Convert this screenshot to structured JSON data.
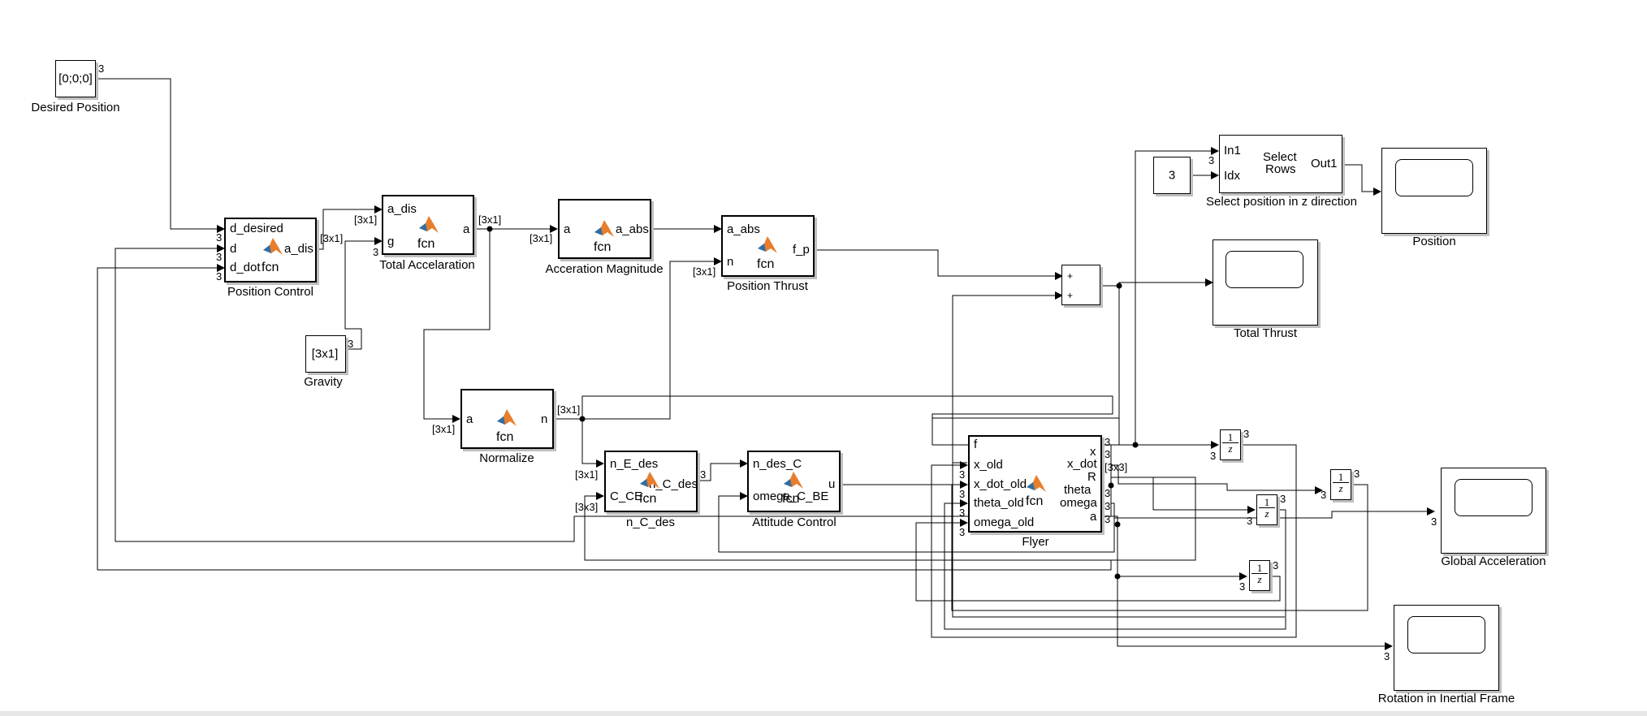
{
  "blocks": {
    "desired_position": {
      "value": "[0;0;0]",
      "name": "Desired Position",
      "out_dim": "3"
    },
    "position_control": {
      "name": "Position Control",
      "inputs": [
        "d_desired",
        "d",
        "d_dot"
      ],
      "output": "a_dis",
      "fcn": "fcn",
      "in_dims": [
        "3",
        "3",
        "3"
      ]
    },
    "gravity": {
      "value": "[3x1]",
      "name": "Gravity",
      "out_dim": "3"
    },
    "total_accel": {
      "name": "Total Accelaration",
      "inputs": [
        "a_dis",
        "g"
      ],
      "output": "a",
      "fcn": "fcn",
      "in_dims": [
        "[3x1]",
        "3"
      ]
    },
    "accel_magnitude": {
      "name": "Acceration Magnitude",
      "input": "a",
      "output": "a_abs",
      "fcn": "fcn",
      "in_dim": "[3x1]"
    },
    "position_thrust": {
      "name": "Position Thrust",
      "inputs": [
        "a_abs",
        "n"
      ],
      "output": "f_p",
      "fcn": "fcn",
      "in_dim_n": "[3x1]"
    },
    "normalize": {
      "name": "Normalize",
      "input": "a",
      "output": "n",
      "fcn": "fcn",
      "in_dim": "[3x1]",
      "out_dim": "[3x1]"
    },
    "n_c_des": {
      "name": "n_C_des",
      "inputs": [
        "n_E_des",
        "C_CE"
      ],
      "output": "n_C_des",
      "fcn": "fcn",
      "in_dims": [
        "[3x1]",
        "[3x3]"
      ],
      "out_dim": "3"
    },
    "attitude_control": {
      "name": "Attitude Control",
      "inputs": [
        "n_des_C",
        "omega_C_BE"
      ],
      "output": "u",
      "fcn": "fcn"
    },
    "sum": {
      "signs": [
        "+",
        "+"
      ]
    },
    "flyer": {
      "name": "Flyer",
      "inputs": [
        "f",
        "x_old",
        "x_dot_old",
        "theta_old",
        "omega_old"
      ],
      "outputs": [
        "x",
        "x_dot",
        "R",
        "theta",
        "omega",
        "a"
      ],
      "fcn": "fcn",
      "in_dims": [
        "3",
        "3",
        "3",
        "3"
      ],
      "out_dims": [
        "3",
        "3",
        "[3x3]",
        "3",
        "3",
        "3"
      ]
    },
    "select_rows": {
      "inputs": [
        "In1",
        "Idx"
      ],
      "text1": "Select",
      "text2": "Rows",
      "output": "Out1",
      "name": "Select position in z direction",
      "in_dim": "3"
    },
    "idx_const": {
      "value": "3"
    },
    "scope_position": {
      "name": "Position"
    },
    "scope_total_thrust": {
      "name": "Total Thrust"
    },
    "scope_global_accel": {
      "name": "Global Acceleration",
      "in_dim": "3"
    },
    "scope_rotation": {
      "name": "Rotation in Inertial Frame",
      "in_dim": "3"
    },
    "delay1": {
      "num": "1",
      "den": "z",
      "in_dim": "3",
      "out_dim": "3"
    },
    "delay2": {
      "num": "1",
      "den": "z",
      "in_dim": "3",
      "out_dim": "3"
    },
    "delay3": {
      "num": "1",
      "den": "z",
      "in_dim": "3",
      "out_dim": "3"
    },
    "delay4": {
      "num": "1",
      "den": "z",
      "in_dim": "3",
      "out_dim": "3"
    }
  },
  "signal_labels": {
    "pc_to_ta": "[3x1]",
    "ta_out": "[3x1]"
  }
}
